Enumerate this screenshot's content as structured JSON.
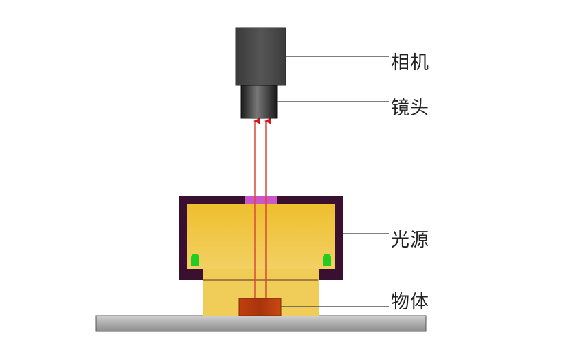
{
  "diagram": {
    "type": "machine-vision-setup",
    "labels": {
      "camera": "相机",
      "lens": "镜头",
      "light_source": "光源",
      "object": "物体"
    },
    "colors": {
      "camera_body": "#4a4a4a",
      "lens": "#2e2e2e",
      "light_frame": "#3a1030",
      "light_fill": "#efc63e",
      "diffuser_window": "#cc55cc",
      "led": "#22cc22",
      "object": "#b8400f",
      "stage": "#a8a8a8",
      "ray": "#d83a2a"
    }
  }
}
